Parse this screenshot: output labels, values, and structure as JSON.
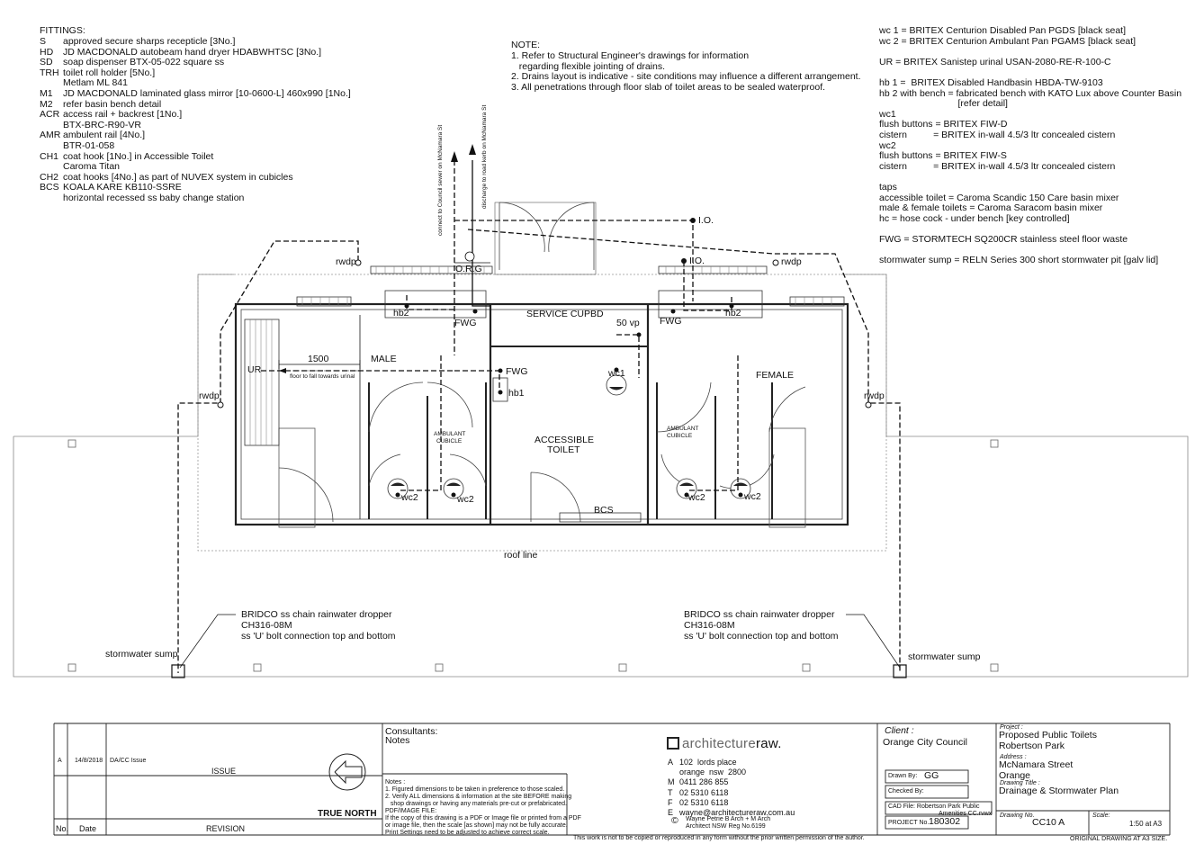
{
  "fittings": {
    "heading": "FITTINGS:",
    "items": [
      {
        "code": "S",
        "desc": "approved secure sharps recepticle [3No.]"
      },
      {
        "code": "HD",
        "desc": "JD MACDONALD autobeam hand dryer HDABWHTSC [3No.]"
      },
      {
        "code": "SD",
        "desc": "soap dispenser BTX-05-022 square ss"
      },
      {
        "code": "TRH",
        "desc": "toilet roll holder [5No.]"
      },
      {
        "code": "",
        "desc": "Metlam ML 841"
      },
      {
        "code": "M1",
        "desc": "JD MACDONALD laminated glass mirror [10-0600-L] 460x990 [1No.]"
      },
      {
        "code": "M2",
        "desc": "refer basin bench detail"
      },
      {
        "code": "ACR",
        "desc": "access rail + backrest [1No.]"
      },
      {
        "code": "",
        "desc": "BTX-BRC-R90-VR"
      },
      {
        "code": "AMR",
        "desc": "ambulent rail [4No.]"
      },
      {
        "code": "",
        "desc": "BTR-01-058"
      },
      {
        "code": "CH1",
        "desc": "coat hook [1No.] in Accessible Toilet"
      },
      {
        "code": "",
        "desc": "Caroma Titan"
      },
      {
        "code": "CH2",
        "desc": "coat hooks [4No.] as part of NUVEX system in cubicles"
      },
      {
        "code": "BCS",
        "desc": "KOALA KARE KB110-SSRE"
      },
      {
        "code": "",
        "desc": "horizontal recessed ss baby change station"
      }
    ]
  },
  "note": {
    "heading": "NOTE:",
    "lines": [
      "1. Refer to Structural Engineer's drawings for information",
      "   regarding flexible jointing of drains.",
      "2. Drains layout is indicative - site conditions may influence a different arrangement.",
      "3. All penetrations through floor slab of toilet areas to be sealed waterproof."
    ]
  },
  "specs": {
    "lines": [
      "wc 1 = BRITEX Centurion Disabled Pan PGDS [black seat]",
      "wc 2 = BRITEX Centurion Ambulant Pan PGAMS [black seat]",
      "",
      "UR = BRITEX Sanistep urinal USAN-2080-RE-R-100-C",
      "",
      "hb 1 =  BRITEX Disabled Handbasin HBDA-TW-9103",
      "hb 2 with bench = fabricated bench with KATO Lux above Counter Basin",
      "                              [refer detail]",
      "wc1",
      "flush buttons = BRITEX FIW-D",
      "cistern          = BRITEX in-wall 4.5/3 ltr concealed cistern",
      "wc2",
      "flush buttons = BRITEX FIW-S",
      "cistern          = BRITEX in-wall 4.5/3 ltr concealed cistern",
      "",
      "taps",
      "accessible toilet = Caroma Scandic 150 Care basin mixer",
      "male & female toilets = Caroma Saracom basin mixer",
      "hc = hose cock - under bench [key controlled]",
      "",
      "FWG = STORMTECH SQ200CR stainless steel floor waste",
      "",
      "stormwater sump = RELN Series 300 short stormwater pit [galv lid]"
    ]
  },
  "plan_labels": {
    "sewer": "connect to Council sewer on McNamara St",
    "kerb": "discharge to road kerb on McNamara St",
    "io": "I.O.",
    "rwdp": "rwdp",
    "org": "O.R.G",
    "hb2": "hb2",
    "hb1": "hb1",
    "fwg": "FWG",
    "service": "SERVICE CUPBD",
    "vp": "50 vp",
    "male": "MALE",
    "female": "FEMALE",
    "ur": "UR",
    "dim": "1500",
    "fall": "floor to fall towards urinal",
    "wc1": "wc1",
    "wc2": "wc2",
    "accessible1": "ACCESSIBLE",
    "accessible2": "TOILET",
    "ambulant1": "AMBULANT",
    "ambulant2": "CUBICLE",
    "bcs": "BCS",
    "roof": "roof line",
    "bridco1": "BRIDCO ss chain rainwater dropper",
    "bridco2": "CH316-08M",
    "bridco3": "ss 'U' bolt connection top and bottom",
    "sump": "stormwater sump"
  },
  "title_block": {
    "rev_letter": "A",
    "rev_date": "14/8/2018",
    "rev_desc": "DA/CC Issue",
    "issue": "ISSUE",
    "no": "No.",
    "date": "Date",
    "revision": "REVISION",
    "true_north": "TRUE NORTH",
    "consultants": "Consultants:",
    "notes_label": "Notes",
    "notes_heading": "Notes :",
    "notes_lines": [
      "1. Figured dimensions to be taken in preference to those scaled.",
      "2. Verify ALL dimensions & information at the site BEFORE making",
      "   shop drawings or having any materials pre-cut or prefabricated.",
      "PDF/IMAGE FILE:",
      "If the copy of this drawing is a PDF or Image file or printed from a PDF",
      "or image file, then the scale [as shown] may not be fully accurate.",
      "Print Settings need to be adjusted to achieve correct scale."
    ],
    "firm_a": "architecture",
    "firm_b": "raw.",
    "address_lines": [
      {
        "k": "A",
        "v": "102  lords place"
      },
      {
        "k": "",
        "v": "orange  nsw  2800"
      },
      {
        "k": "M",
        "v": "0411 286 855"
      },
      {
        "k": "T",
        "v": "02 5310 6118"
      },
      {
        "k": "F",
        "v": "02 5310 6118"
      },
      {
        "k": "E",
        "v": "wayne@architectureraw.com.au"
      }
    ],
    "copyright_sym": "©",
    "architect1": "Wayne Petrie B Arch + M Arch",
    "architect2": "Architect NSW Reg No.6199",
    "copyright_note": "This work is not to be copied or reproduced in any form without the prior written permission of the author.",
    "client_label": "Client :",
    "client": "Orange City Council",
    "drawn_by_label": "Drawn By:",
    "drawn_by": "GG",
    "checked_by_label": "Checked By:",
    "cad_label": "CAD File: Robertson Park Public",
    "cad_file": "Amenities CC.rvwx",
    "project_no_label": "PROJECT No.",
    "project_no": "180302",
    "project_label": "Project :",
    "project1": "Proposed Public Toilets",
    "project2": "Robertson Park",
    "address_label": "Address :",
    "address1": "McNamara Street",
    "address2": "Orange",
    "drawing_title_label": "Drawing Title :",
    "drawing_title": "Drainage & Stormwater Plan",
    "drawing_no_label": "Drawing No.",
    "drawing_no": "CC10 A",
    "scale_label": "Scale:",
    "scale": "1:50 at A3",
    "original": "ORIGINAL DRAWING AT A3 SIZE."
  }
}
